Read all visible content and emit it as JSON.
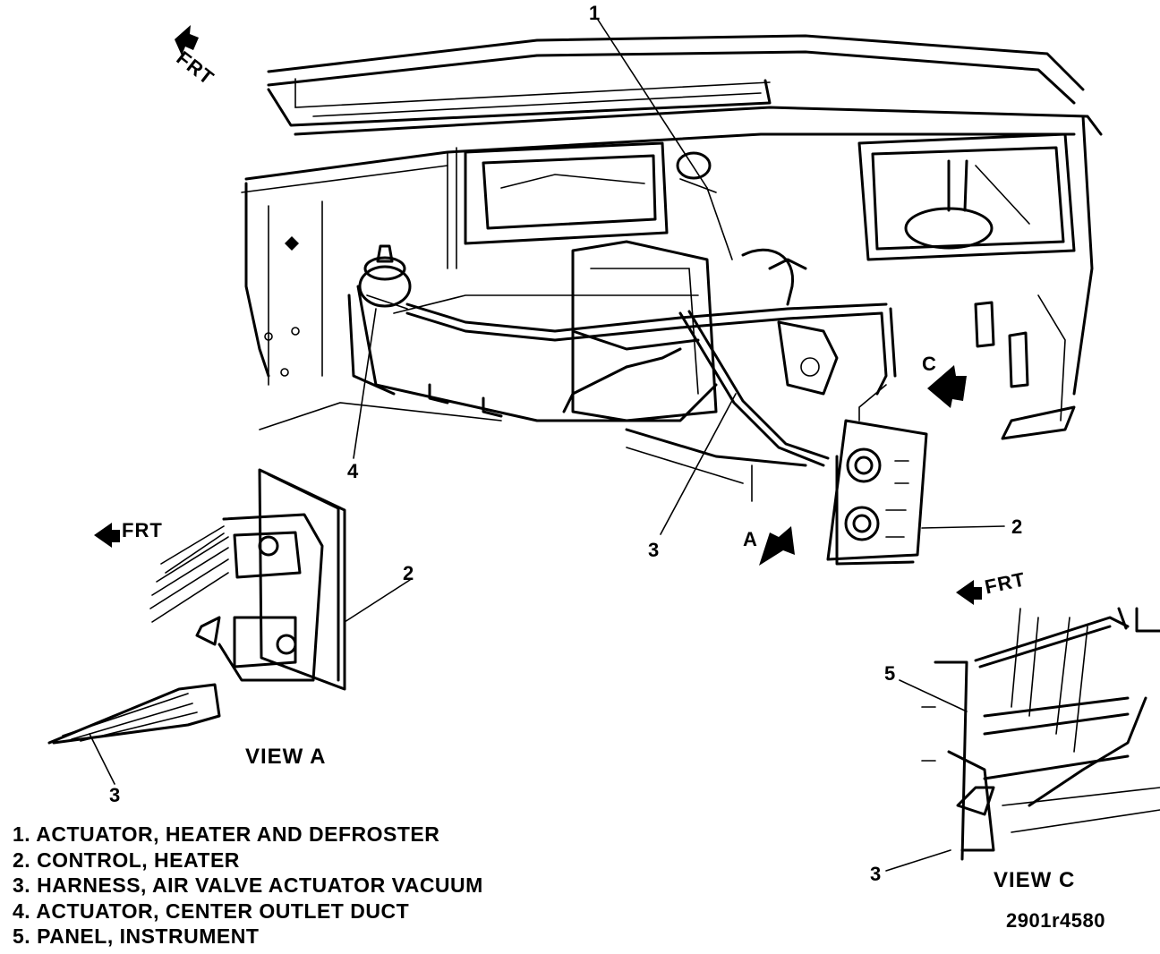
{
  "callouts": {
    "c1": "1",
    "c2_main": "2",
    "c3_main": "3",
    "c4": "4",
    "c2_view_a": "2",
    "c3_view_a": "3",
    "c5_view_c": "5",
    "c3_view_c": "3"
  },
  "direction_labels": {
    "frt_main": "FRT",
    "frt_view_a": "FRT",
    "frt_view_c": "FRT",
    "arrow_a": "A",
    "arrow_c": "C"
  },
  "views": {
    "view_a": "VIEW  A",
    "view_c": "VIEW  C"
  },
  "legend": [
    "1. ACTUATOR, HEATER AND DEFROSTER",
    "2. CONTROL, HEATER",
    "3. HARNESS, AIR VALVE ACTUATOR VACUUM",
    "4. ACTUATOR, CENTER OUTLET DUCT",
    "5. PANEL, INSTRUMENT"
  ],
  "figure_number": "2901r4580"
}
